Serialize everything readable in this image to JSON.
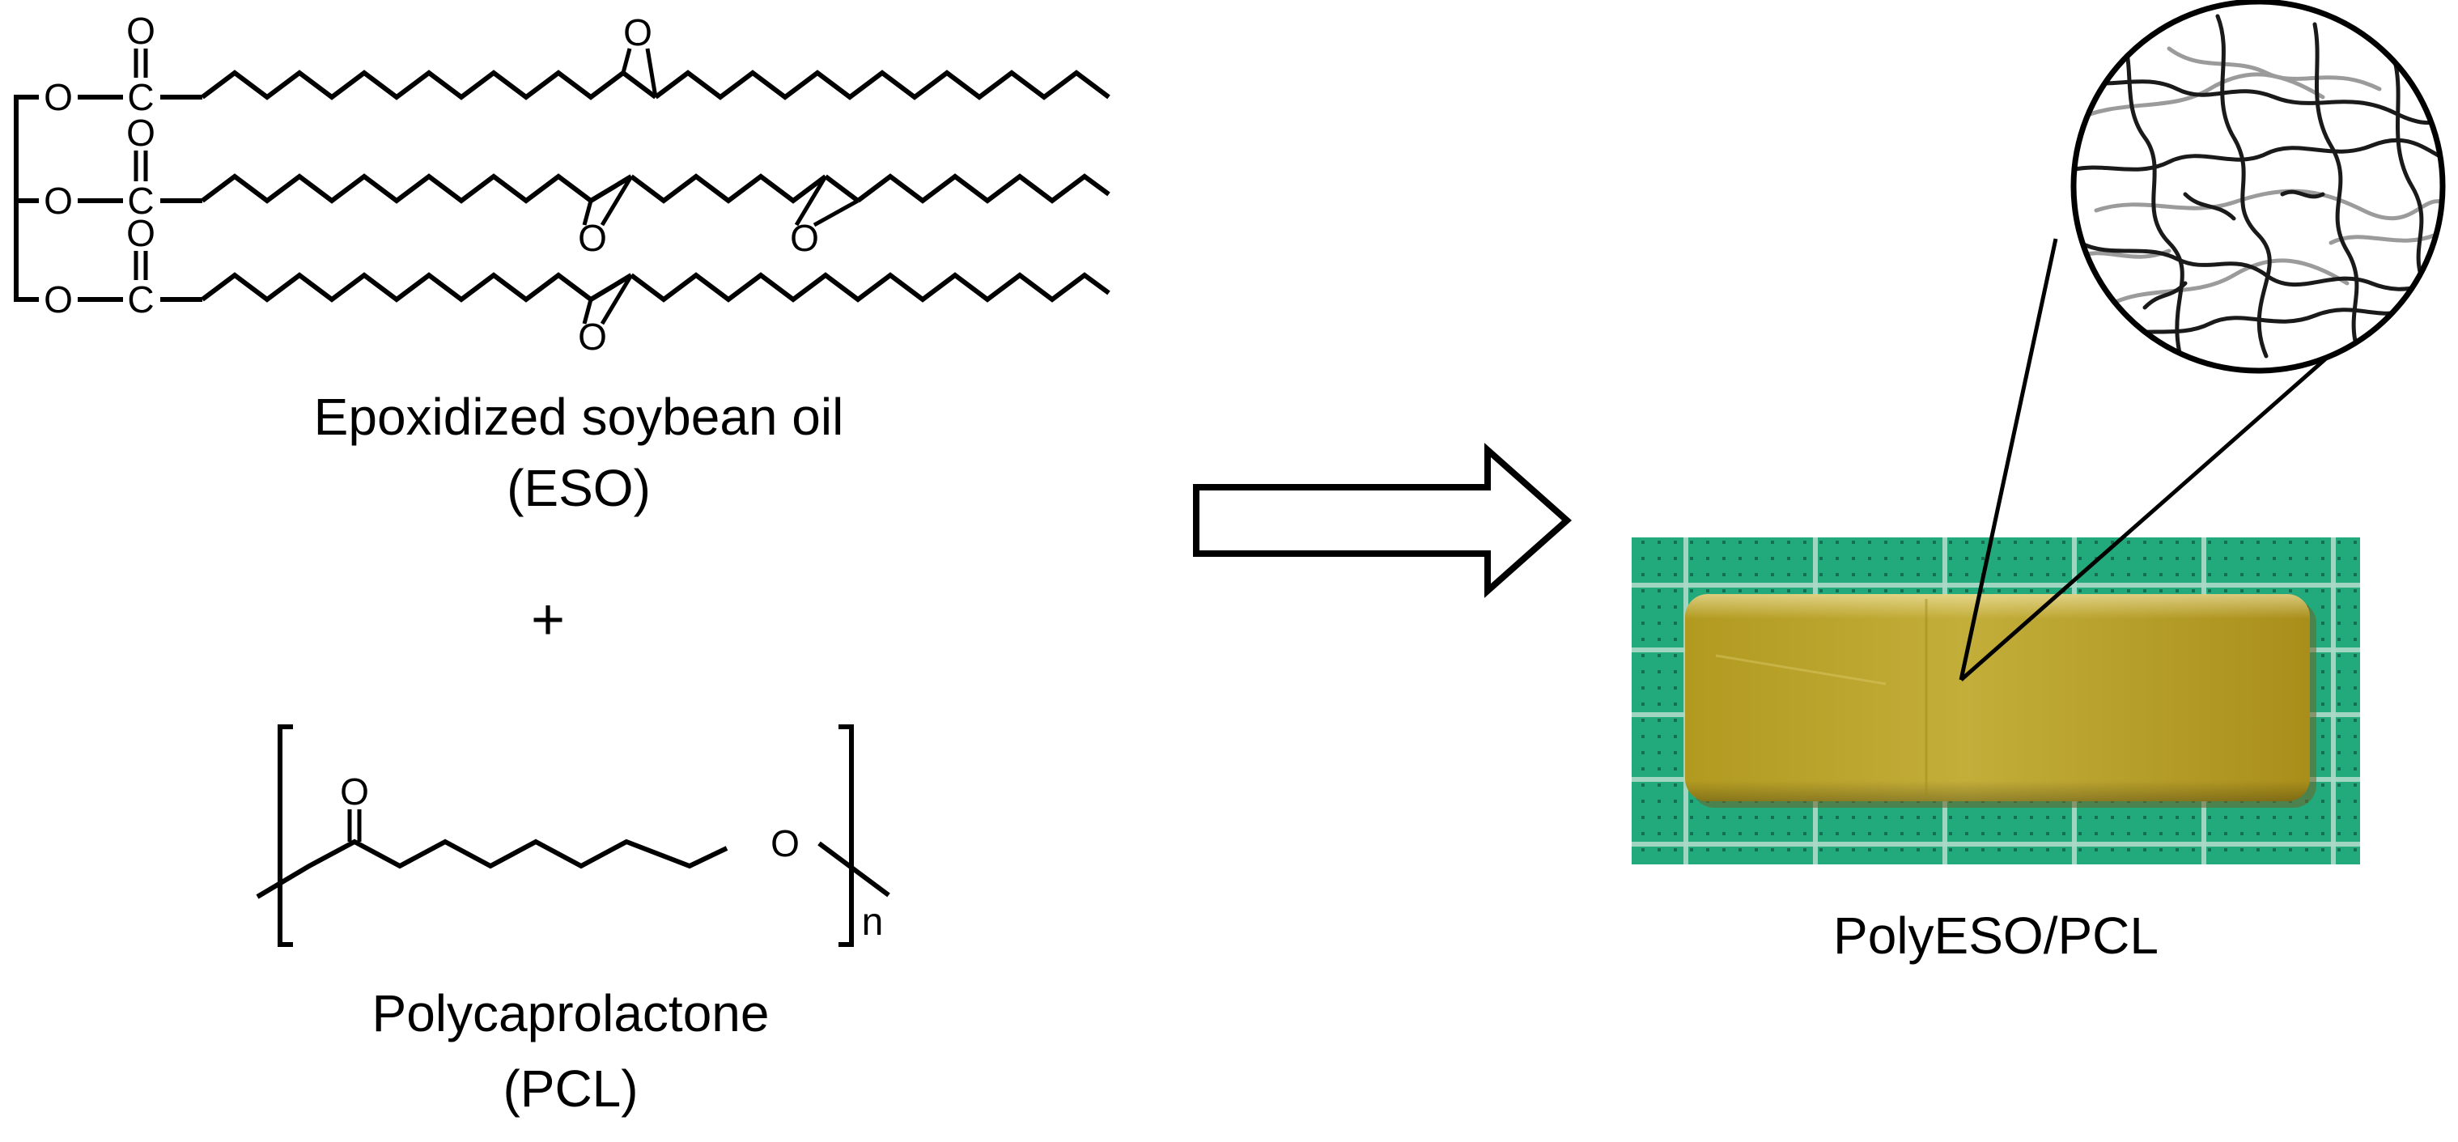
{
  "figure": {
    "eso": {
      "name": "Epoxidized soybean oil",
      "abbr": "(ESO)"
    },
    "plus": "+",
    "pcl": {
      "name": "Polycaprolactone",
      "abbr": "(PCL)",
      "repeat_subscript": "n"
    },
    "product": {
      "name": "PolyESO/PCL"
    },
    "atoms": {
      "oxygen": "O",
      "carbon": "C"
    },
    "colors": {
      "sample_fill": "#b8a12a",
      "background_mat": "#22a97c",
      "network_dark": "#1a1a1a",
      "network_light": "#9b9b9b"
    }
  }
}
